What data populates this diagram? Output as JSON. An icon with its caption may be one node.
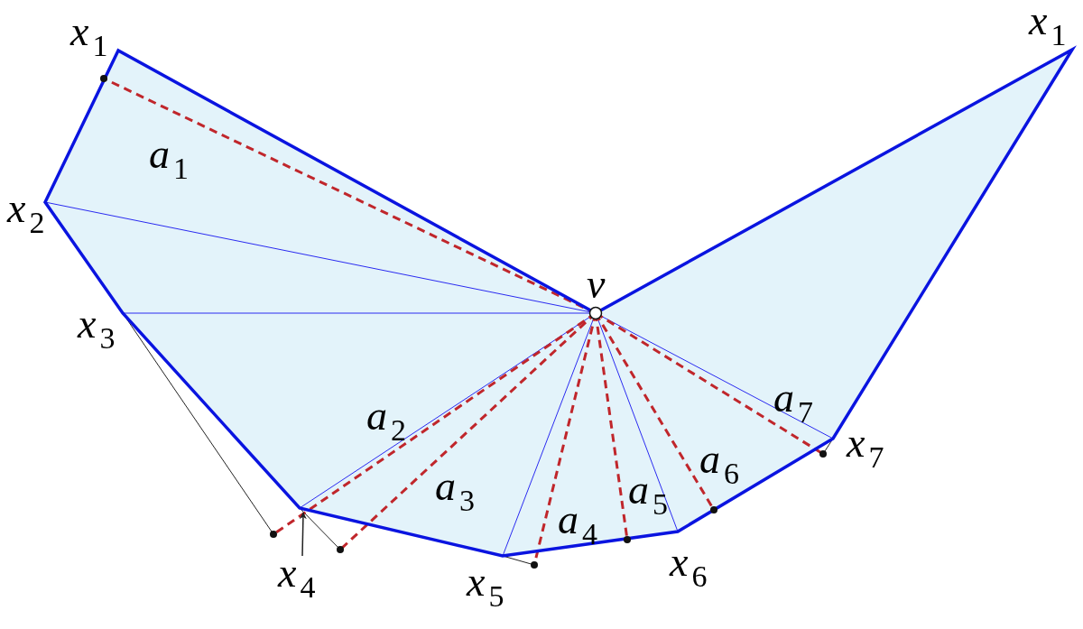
{
  "diagram": {
    "nodes": [
      {
        "text": [
          "x$_{4}$"
        ]
      },
      {
        "text": [],
        "shape": "polygon"
      }
    ],
    "edges": [
      {
        "from": 0,
        "to": 1,
        "arrow": "to"
      }
    ],
    "labels": [
      "x$_{1}$",
      "x$_{1}$",
      "a$_{1}$",
      "x$_{2}$",
      "v",
      "x$_{3}$",
      "a$_{7}$",
      "a$_{2}$",
      "x$_{7}$",
      "a$_{6}$",
      "a$_{3}$",
      "a$_{5}$",
      "a$_{4}$",
      "x$_{6}$",
      "x$_{5}$"
    ]
  }
}
